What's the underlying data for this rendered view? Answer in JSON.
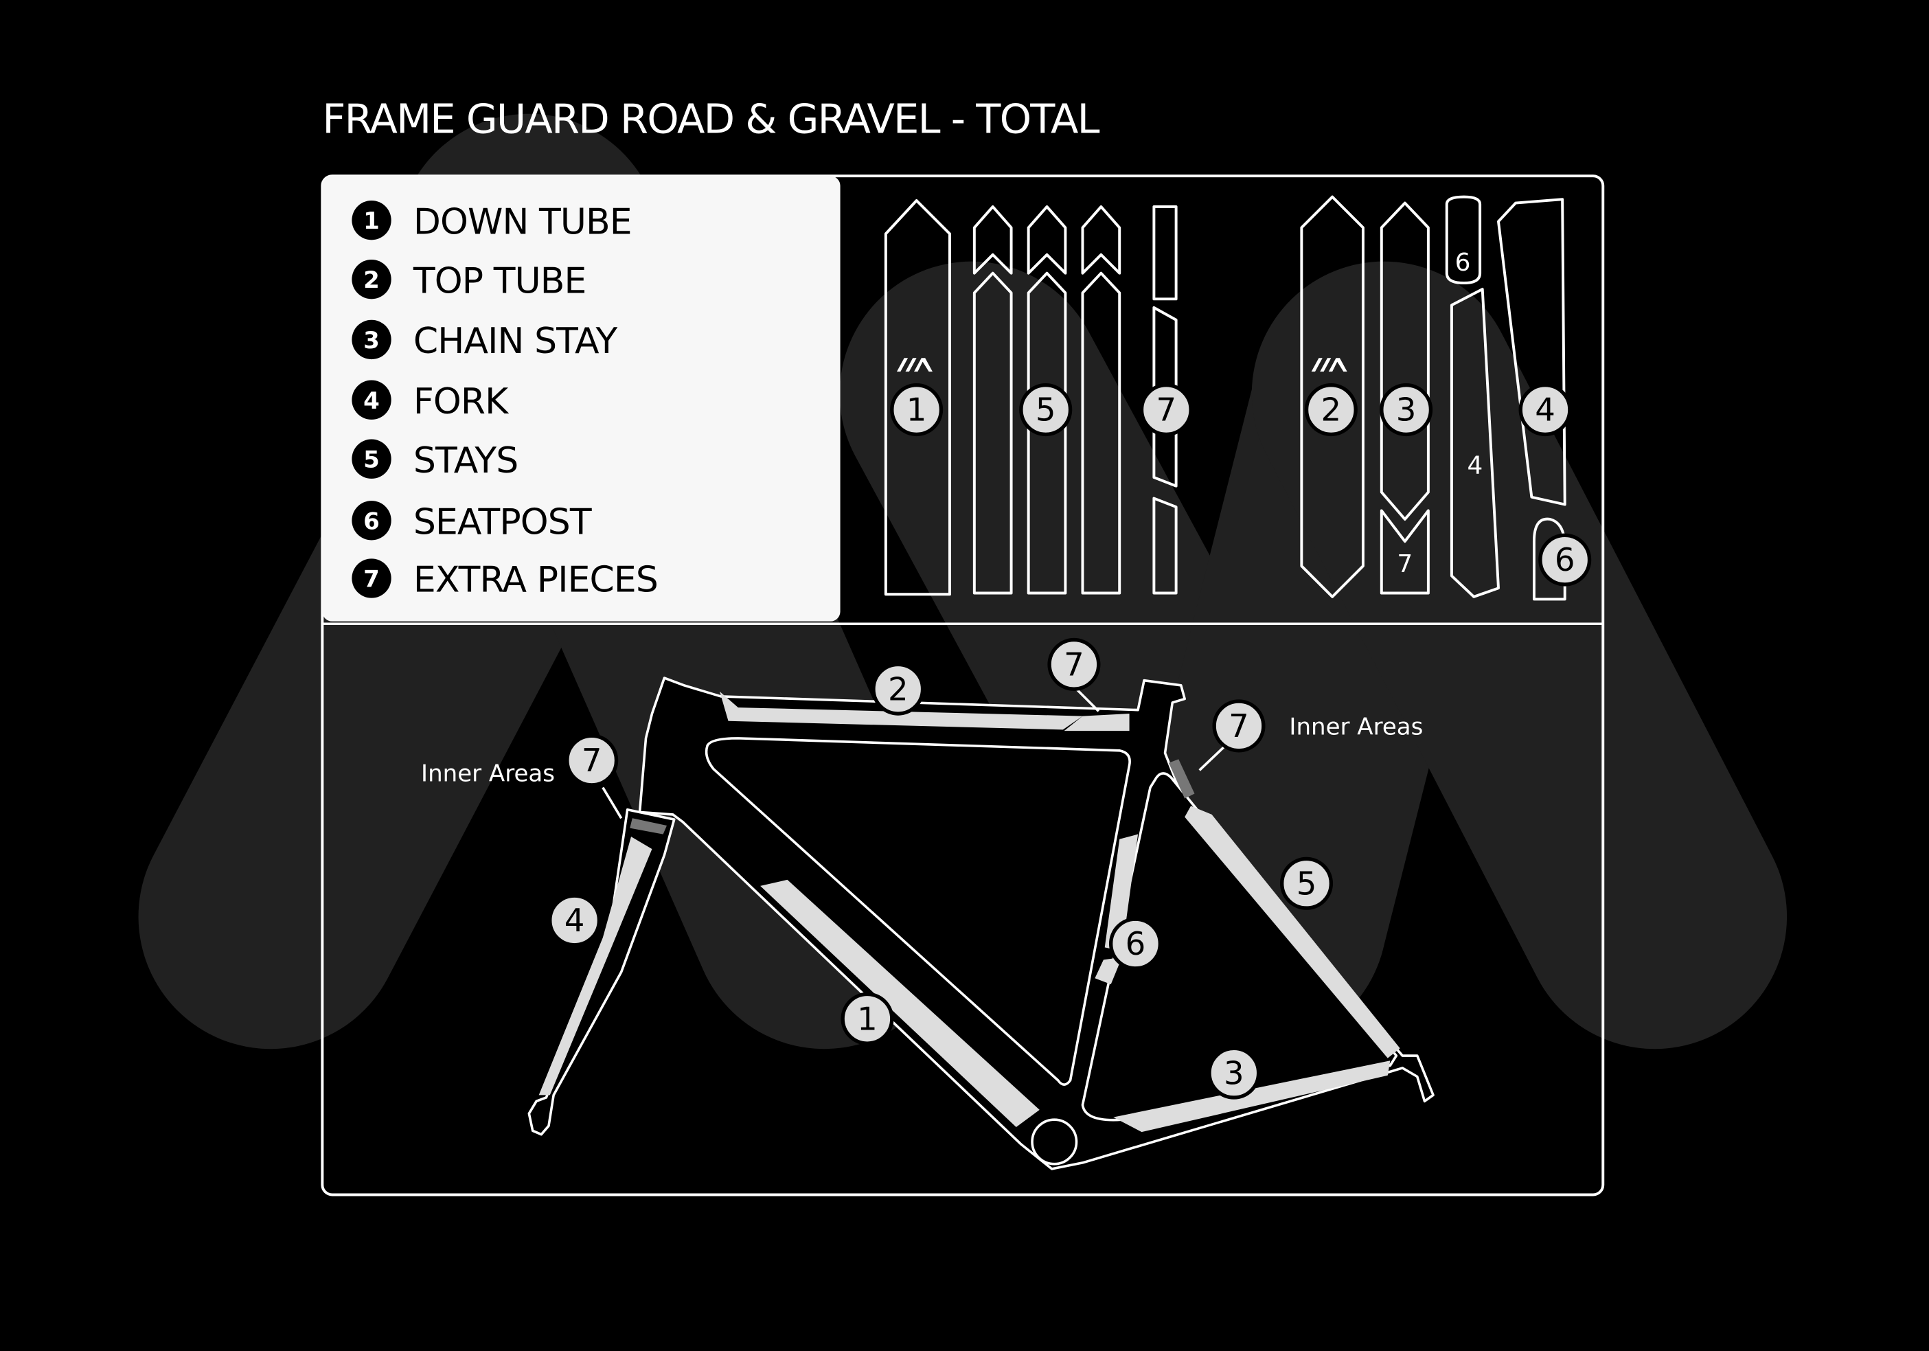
{
  "title": "FRAME GUARD ROAD & GRAVEL - TOTAL",
  "legend": [
    {
      "num": "1",
      "label": "DOWN TUBE"
    },
    {
      "num": "2",
      "label": "TOP TUBE"
    },
    {
      "num": "3",
      "label": "CHAIN STAY"
    },
    {
      "num": "4",
      "label": "FORK"
    },
    {
      "num": "5",
      "label": "STAYS"
    },
    {
      "num": "6",
      "label": "SEATPOST"
    },
    {
      "num": "7",
      "label": "EXTRA PIECES"
    }
  ],
  "sheet": {
    "badges": [
      "1",
      "5",
      "7",
      "2",
      "3",
      "4",
      "6"
    ],
    "piece_labels": {
      "seatpost_small": "6",
      "fork_inner": "4",
      "extra_small": "7"
    }
  },
  "frame": {
    "badges": {
      "top_tube": "2",
      "extra_top": "7",
      "extra_seat": "7",
      "extra_head": "7",
      "fork": "4",
      "stays": "5",
      "seatpost": "6",
      "down_tube": "1",
      "chain_stay": "3"
    },
    "notes": {
      "inner_left": "Inner Areas",
      "inner_right": "Inner Areas"
    }
  },
  "colors": {
    "background": "#000000",
    "logo": "#212121",
    "sticker": "#dddddd",
    "inner_area": "#777777",
    "panel": "#f7f7f7"
  }
}
